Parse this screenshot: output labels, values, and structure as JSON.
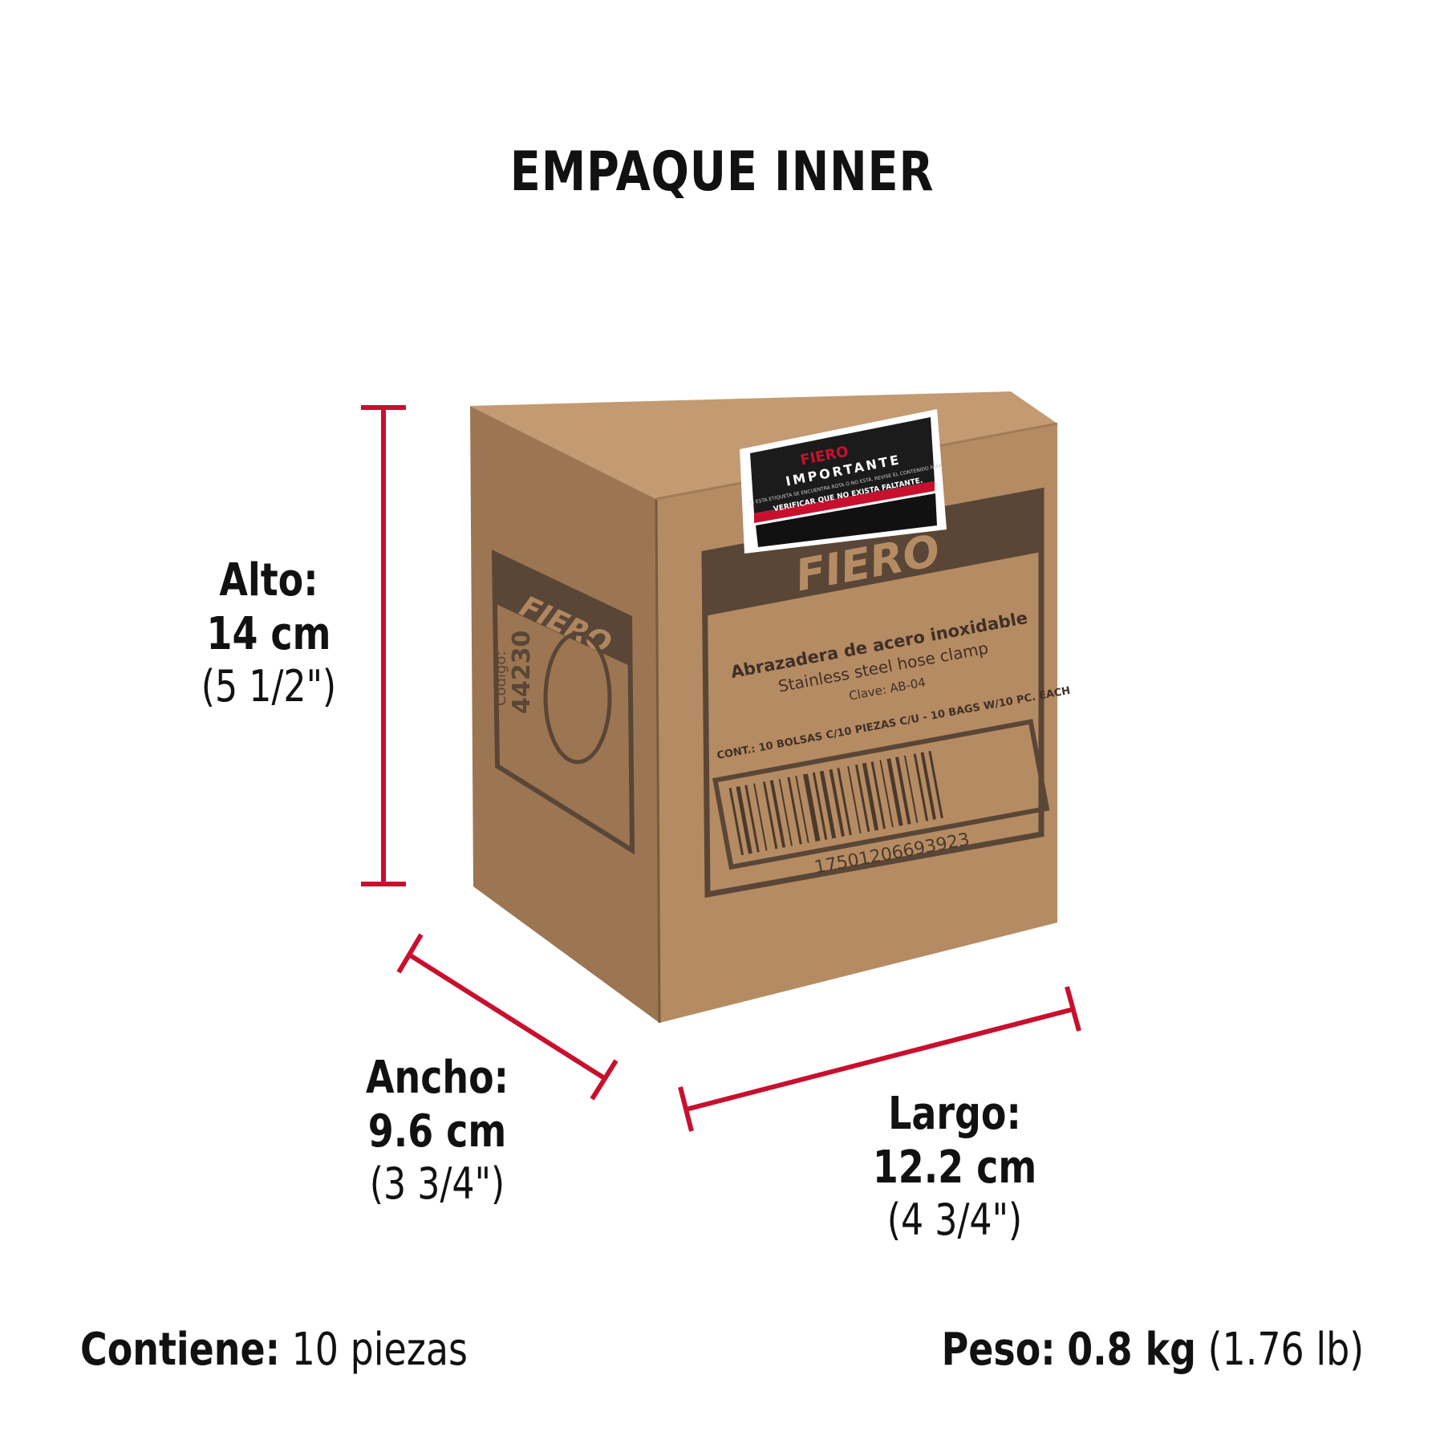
{
  "title": "EMPAQUE INNER",
  "dimensions": {
    "alto": {
      "label": "Alto:",
      "value": "14 cm",
      "imperial": "(5 1/2\")"
    },
    "ancho": {
      "label": "Ancho:",
      "value": "9.6 cm",
      "imperial": "(3 3/4\")"
    },
    "largo": {
      "label": "Largo:",
      "value": "12.2 cm",
      "imperial": "(4 3/4\")"
    }
  },
  "footer": {
    "contents_label": "Contiene:",
    "contents_value": "10 piezas",
    "weight_label": "Peso:",
    "weight_value": "0.8 kg",
    "weight_imperial": "(1.76 lb)"
  },
  "box": {
    "brand": "FIERO",
    "product_es": "Abrazadera de acero inoxidable",
    "product_en": "Stainless steel hose clamp",
    "clave": "Clave: AB-04",
    "contents": "CONT.: 10 BOLSAS C/10 PIEZAS C/U - 10 BAGS W/10 PC. EACH",
    "barcode": "17501206693923",
    "side_code_label": "Código:",
    "side_code": "44230",
    "sticker_title": "IMPORTANTE",
    "sticker_text": "SI ESTA ETIQUETA SE ENCUENTRA ROTA O NO ESTÁ, REVISE EL CONTENIDO PARA",
    "sticker_text2": "VERIFICAR QUE NO EXISTA FALTANTE."
  },
  "colors": {
    "accent": "#c8102e",
    "cardboard": "#b08660",
    "cardboard_dark": "#8d6a4b",
    "print": "#5a4636"
  }
}
